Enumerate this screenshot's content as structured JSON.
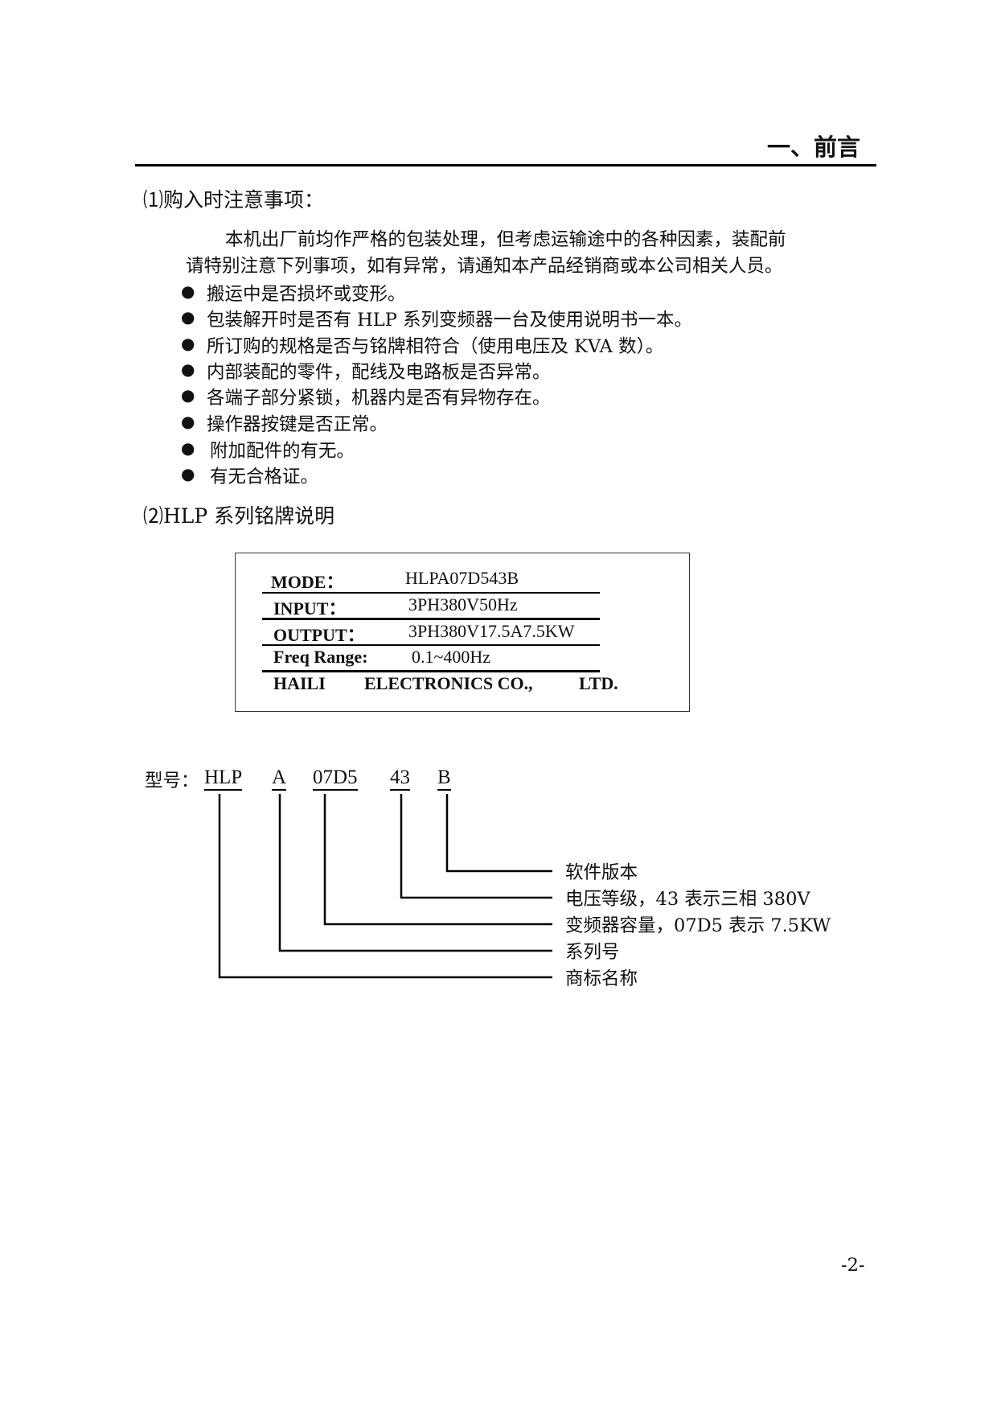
{
  "header": {
    "title": "一、前言"
  },
  "section1": {
    "heading": "⑴购入时注意事项：",
    "paragraph_line1": "本机出厂前均作严格的包装处理，但考虑运输途中的各种因素，装配前",
    "paragraph_line2": "请特别注意下列事项，如有异常，请通知本产品经销商或本公司相关人员。",
    "bullets": [
      "搬运中是否损坏或变形。",
      "包装解开时是否有 HLP 系列变频器一台及使用说明书一本。",
      "所订购的规格是否与铭牌相符合（使用电压及 KVA 数）。",
      "内部装配的零件，配线及电路板是否异常。",
      "各端子部分紧锁，机器内是否有异物存在。",
      "操作器按键是否正常。",
      "附加配件的有无。",
      "有无合格证。"
    ],
    "bullet_symbol": "●"
  },
  "section2": {
    "heading": "⑵HLP 系列铭牌说明",
    "nameplate": {
      "rows": [
        {
          "label": "MODE：",
          "value": "HLPA07D543B"
        },
        {
          "label": "INPUT：",
          "value": "3PH380V50Hz"
        },
        {
          "label": "OUTPUT：",
          "value": "3PH380V17.5A7.5KW"
        },
        {
          "label": "Freq Range:",
          "value": "0.1~400Hz"
        }
      ],
      "footer": [
        "HAILI",
        "ELECTRONICS CO.,",
        "LTD."
      ]
    },
    "model": {
      "prefix": "型号：",
      "tokens": [
        "HLP",
        "A",
        "07D5",
        "43",
        "B"
      ],
      "labels": [
        "软件版本",
        "电压等级，43 表示三相 380V",
        "变频器容量，07D5 表示 7.5KW",
        "系列号",
        "商标名称"
      ]
    }
  },
  "footer": {
    "page_number": "-2-"
  }
}
